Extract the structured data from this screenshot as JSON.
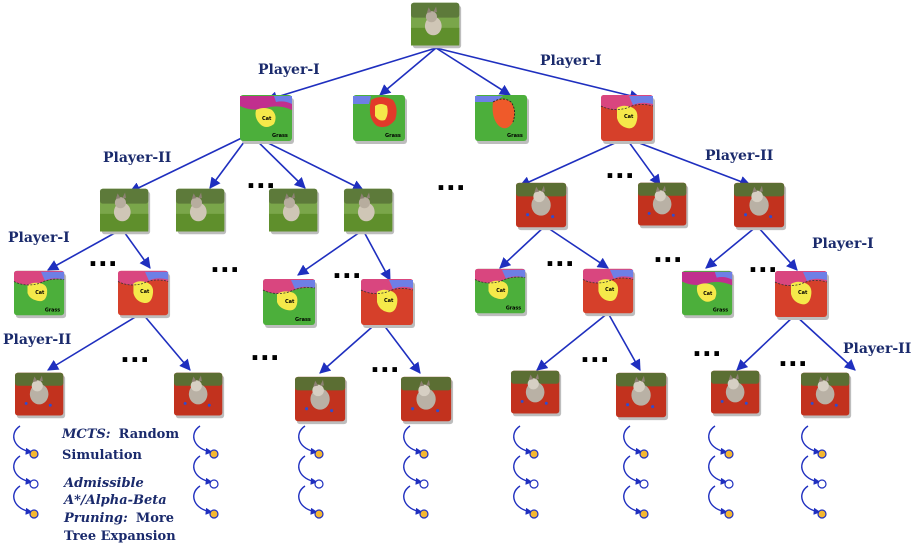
{
  "labels": {
    "p1_a": "Player-I",
    "p1_b": "Player-I",
    "p2_a": "Player-II",
    "p2_b": "Player-II",
    "p1_c": "Player-I",
    "p1_d": "Player-I",
    "p2_c": "Player-II",
    "p2_d": "Player-II"
  },
  "ellipsis": "...",
  "legend": {
    "mcts_italic": "MCTS:",
    "mcts_rest": "Random",
    "mcts_line2": "Simulation",
    "adm_line1": "Admissible",
    "adm_line2": "A*/Alpha-Beta",
    "adm_line3_italic": "Pruning:",
    "adm_line3_rest": "More",
    "adm_line4": "Tree Expansion"
  },
  "colors": {
    "arrow": "#1f2fbf",
    "label_text": "#1a2a6c",
    "rollout_filled": "#f4b731",
    "rollout_open": "#ffffff"
  }
}
